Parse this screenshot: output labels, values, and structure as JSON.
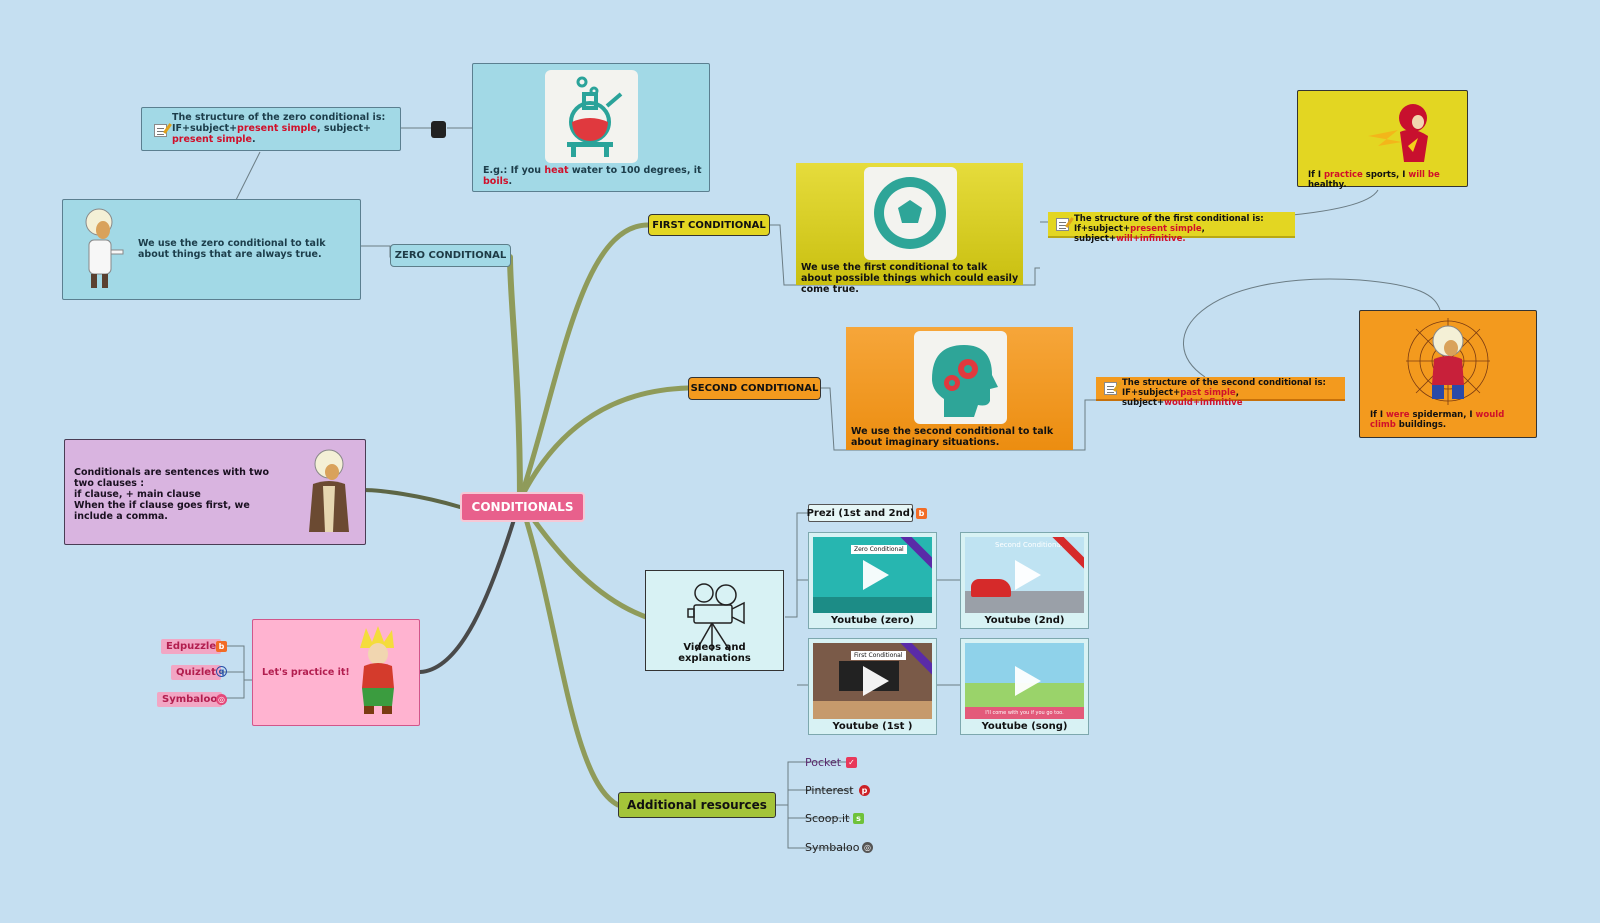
{
  "center": {
    "label": "CONDITIONALS"
  },
  "zero": {
    "label": "ZERO CONDITIONAL",
    "use_text": "We use the zero conditional to talk about things that are always true.",
    "structure_line1": "The structure of the zero conditional is:",
    "structure_prefix": "IF+subject+",
    "structure_red1": "present simple",
    "structure_mid": ", subject+",
    "structure_red2": "present simple",
    "structure_end": ".",
    "example_prefix": "E.g.: If you ",
    "example_red1": "heat",
    "example_mid": " water to 100 degrees, it ",
    "example_red2": "boils",
    "example_end": "."
  },
  "first": {
    "label": "FIRST CONDITIONAL",
    "use_text": "We use the first conditional to talk about possible things which could easily come true.",
    "structure_line1": "The structure of the first conditional is:",
    "structure_prefix": "If+subject+",
    "structure_red1": "present simple",
    "structure_mid": ", subject+",
    "structure_red2": "will+infinitive.",
    "example_prefix": "If I ",
    "example_red1": "practice",
    "example_mid": " sports, I ",
    "example_red2": "will be",
    "example_end": " healthy."
  },
  "second": {
    "label": "SECOND CONDITIONAL",
    "use_text": "We use the second conditional to talk about imaginary situations.",
    "structure_line1": "The structure of the second conditional is:",
    "structure_prefix": "IF+subject+",
    "structure_red1": "past simple",
    "structure_mid": ", subject+",
    "structure_red2": "would+infinitive",
    "example_prefix": "If I ",
    "example_red1": "were",
    "example_mid": " spiderman, I ",
    "example_red2": "would climb",
    "example_end": " buildings."
  },
  "intro": {
    "line1": "Conditionals are sentences with two two clauses :",
    "line2": "if clause, + main clause",
    "line3": "When the if clause goes first, we include a comma."
  },
  "practice": {
    "label": "Let's practice it!",
    "links": [
      "Edpuzzle",
      "Quizlet",
      "Symbaloo"
    ]
  },
  "videos": {
    "label": "Videos and explanations",
    "prezi": "Prezi (1st and 2nd)",
    "items": [
      {
        "caption": "Youtube (zero)",
        "thumb_title": "Zero Conditional"
      },
      {
        "caption": "Youtube (2nd)",
        "thumb_title": "Second Conditional"
      },
      {
        "caption": "Youtube (1st )",
        "thumb_title": "First Conditional"
      },
      {
        "caption": "Youtube (song)",
        "thumb_title": "I'll come with you if you go too."
      }
    ]
  },
  "resources": {
    "label": "Additional resources",
    "items": [
      "Pocket",
      "Pinterest",
      "Scoop.it",
      "Symbaloo"
    ]
  },
  "colors": {
    "background": "#c5dff1",
    "center": "#e8608c",
    "zero": "#a2d9e6",
    "first": "#e3d622",
    "second": "#f39a1e",
    "intro": "#d9b4e0",
    "practice": "#ffb3d0",
    "branch_green": "#8d9a52",
    "resources": "#a4c439"
  },
  "icons": [
    "flask-icon",
    "soccer-ball-icon",
    "head-gears-icon",
    "movie-camera-icon",
    "note-icon",
    "blogger-icon",
    "quizlet-icon",
    "globe-icon",
    "pocket-icon",
    "pinterest-icon",
    "scoopit-icon",
    "play-icon"
  ]
}
